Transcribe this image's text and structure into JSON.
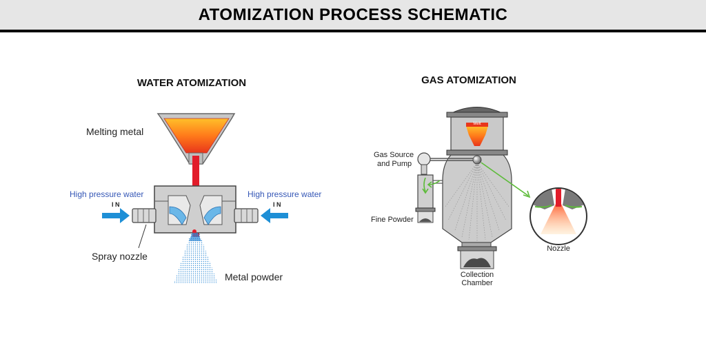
{
  "title": "ATOMIZATION PROCESS SCHEMATIC",
  "water": {
    "heading": "WATER ATOMIZATION",
    "melting_metal": "Melting metal",
    "high_pressure_left": "High pressure water",
    "high_pressure_right": "High pressure water",
    "in_left": "I N",
    "in_right": "I N",
    "spray_nozzle": "Spray nozzle",
    "metal_powder": "Metal powder"
  },
  "gas": {
    "heading": "GAS ATOMIZATION",
    "melt": "Melt",
    "gas_source_line1": "Gas Source",
    "gas_source_line2": "and Pump",
    "fine_powder": "Fine Powder",
    "nozzle": "Nozzle",
    "collection_line1": "Collection",
    "collection_line2": "Chamber"
  },
  "colors": {
    "molten": "#e8361b",
    "molten_light": "#ffb020",
    "water_arrow": "#1e8fd6",
    "gas_arrow": "#5dbb3a",
    "steel": "#c4c4c4",
    "blue_label": "#3557b6"
  }
}
